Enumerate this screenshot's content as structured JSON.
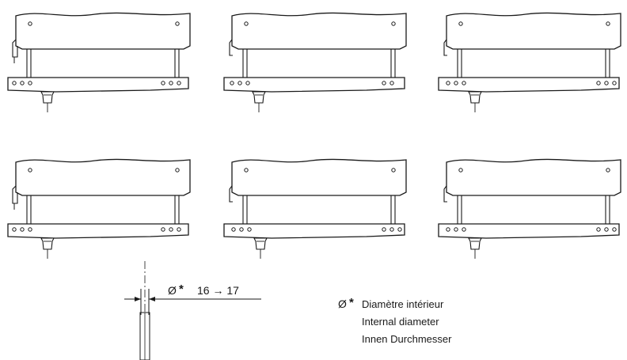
{
  "dimension": {
    "symbol": "Ø",
    "star": "*",
    "range": "16 → 17"
  },
  "legend": {
    "symbol": "Ø",
    "star": "*",
    "lines": [
      "Diamètre intérieur",
      "Internal diameter",
      "Innen Durchmesser"
    ]
  },
  "units": [
    {
      "row": 1,
      "col": 1,
      "variant": "double-hole-left-hinge"
    },
    {
      "row": 1,
      "col": 2,
      "variant": "single-left"
    },
    {
      "row": 1,
      "col": 3,
      "variant": "single-right"
    },
    {
      "row": 2,
      "col": 1,
      "variant": "double-hole-left-hinge"
    },
    {
      "row": 2,
      "col": 2,
      "variant": "single-right"
    },
    {
      "row": 2,
      "col": 3,
      "variant": "single-right"
    }
  ]
}
